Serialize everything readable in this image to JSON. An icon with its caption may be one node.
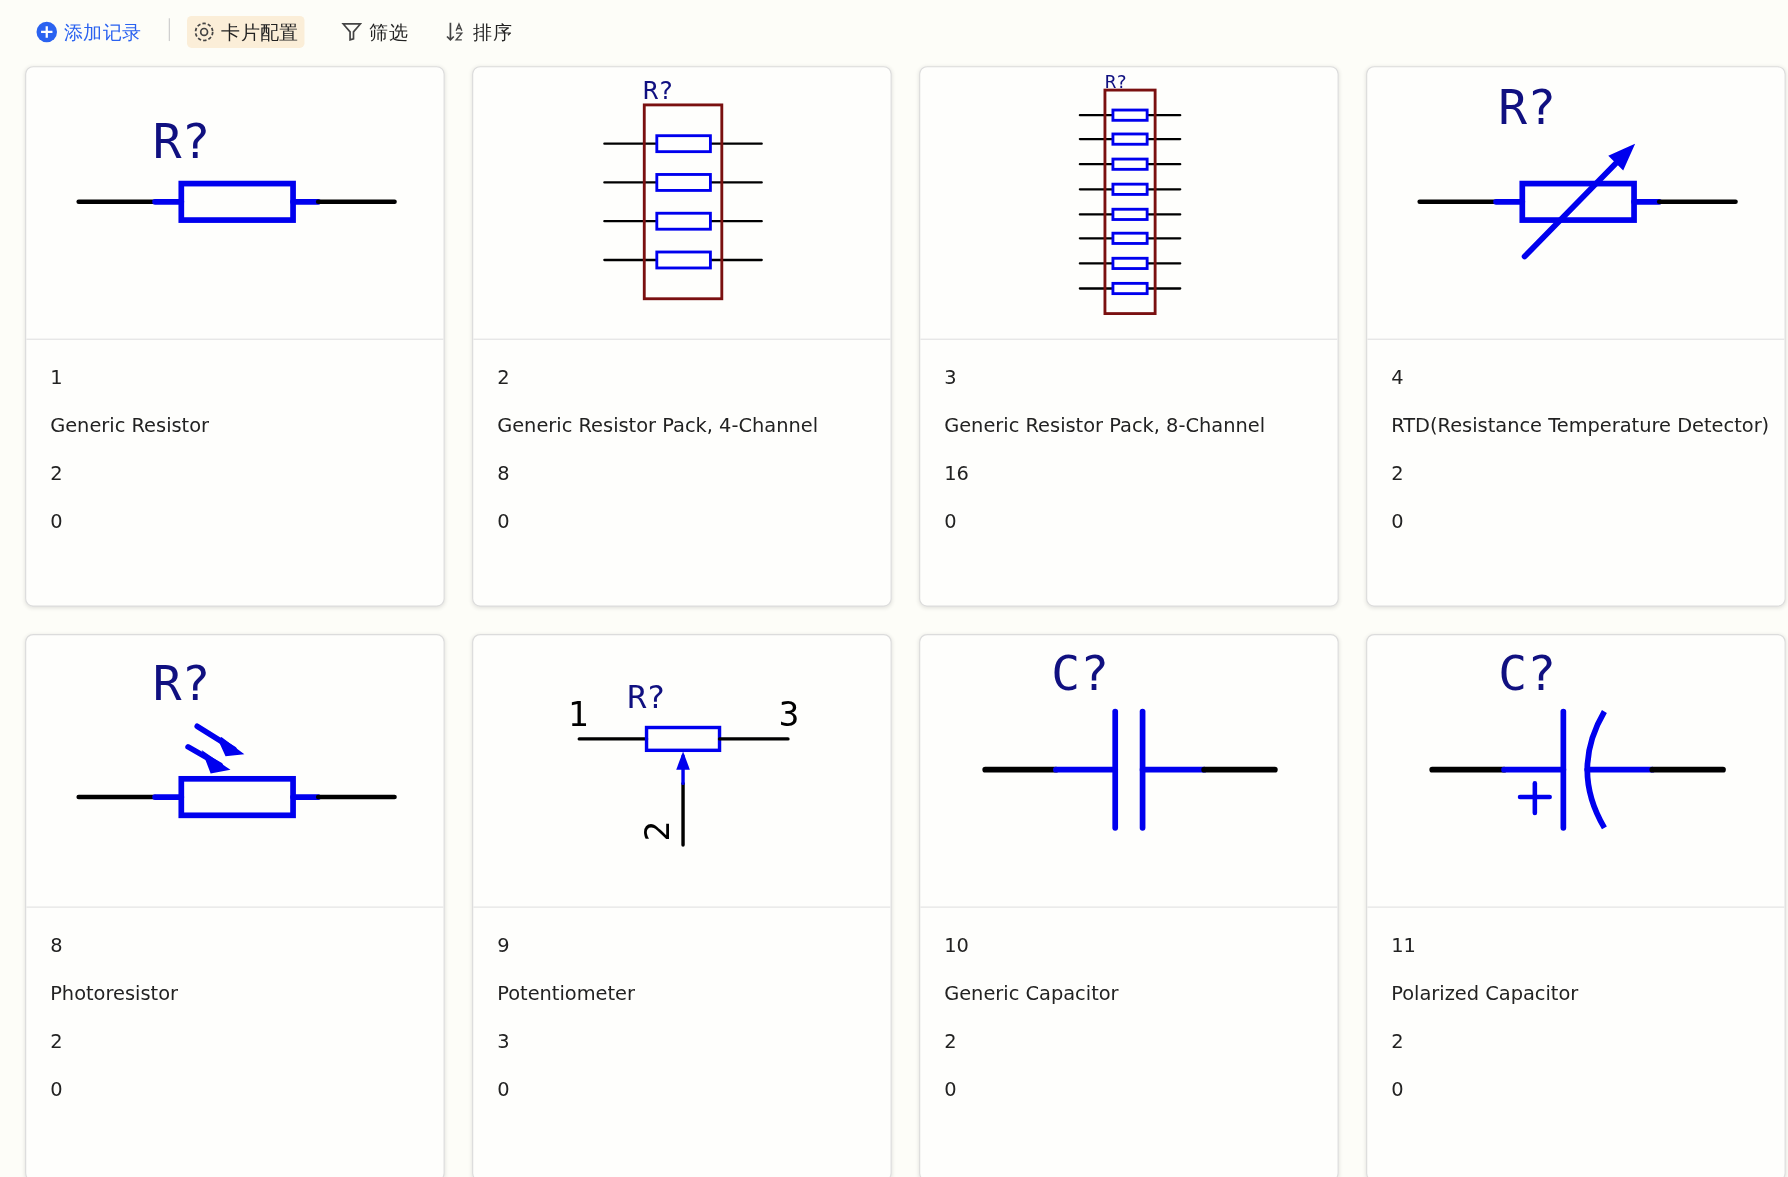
{
  "diagram": {
    "nodes": [
      {
        "text": [
          "1",
          "Generic Resistor",
          "2",
          "0"
        ]
      },
      {
        "text": [
          "2",
          "Generic Resistor Pack, 4-Channel",
          "8",
          "0"
        ]
      },
      {
        "text": [
          "3",
          "Generic Resistor Pack, 8-Channel",
          "16",
          "0"
        ]
      },
      {
        "text": [
          "4",
          "RTD(Resistance Temperature Detector)",
          "2",
          "0"
        ]
      },
      {
        "text": [
          "8",
          "Photoresistor",
          "2",
          "0"
        ]
      },
      {
        "text": [
          "9",
          "Potentiometer",
          "3",
          "0"
        ]
      },
      {
        "text": [
          "10",
          "Generic Capacitor",
          "2",
          "0"
        ]
      },
      {
        "text": [
          "11",
          "Polarized Capacitor",
          "2",
          "0"
        ]
      }
    ],
    "edges": [],
    "labels": [
      "添加记录",
      "卡片配置",
      "筛选",
      "排序",
      "R?",
      "R?",
      "R?",
      "R?",
      "R?",
      "R?",
      "1",
      "3",
      "2",
      "C?",
      "C?"
    ]
  }
}
